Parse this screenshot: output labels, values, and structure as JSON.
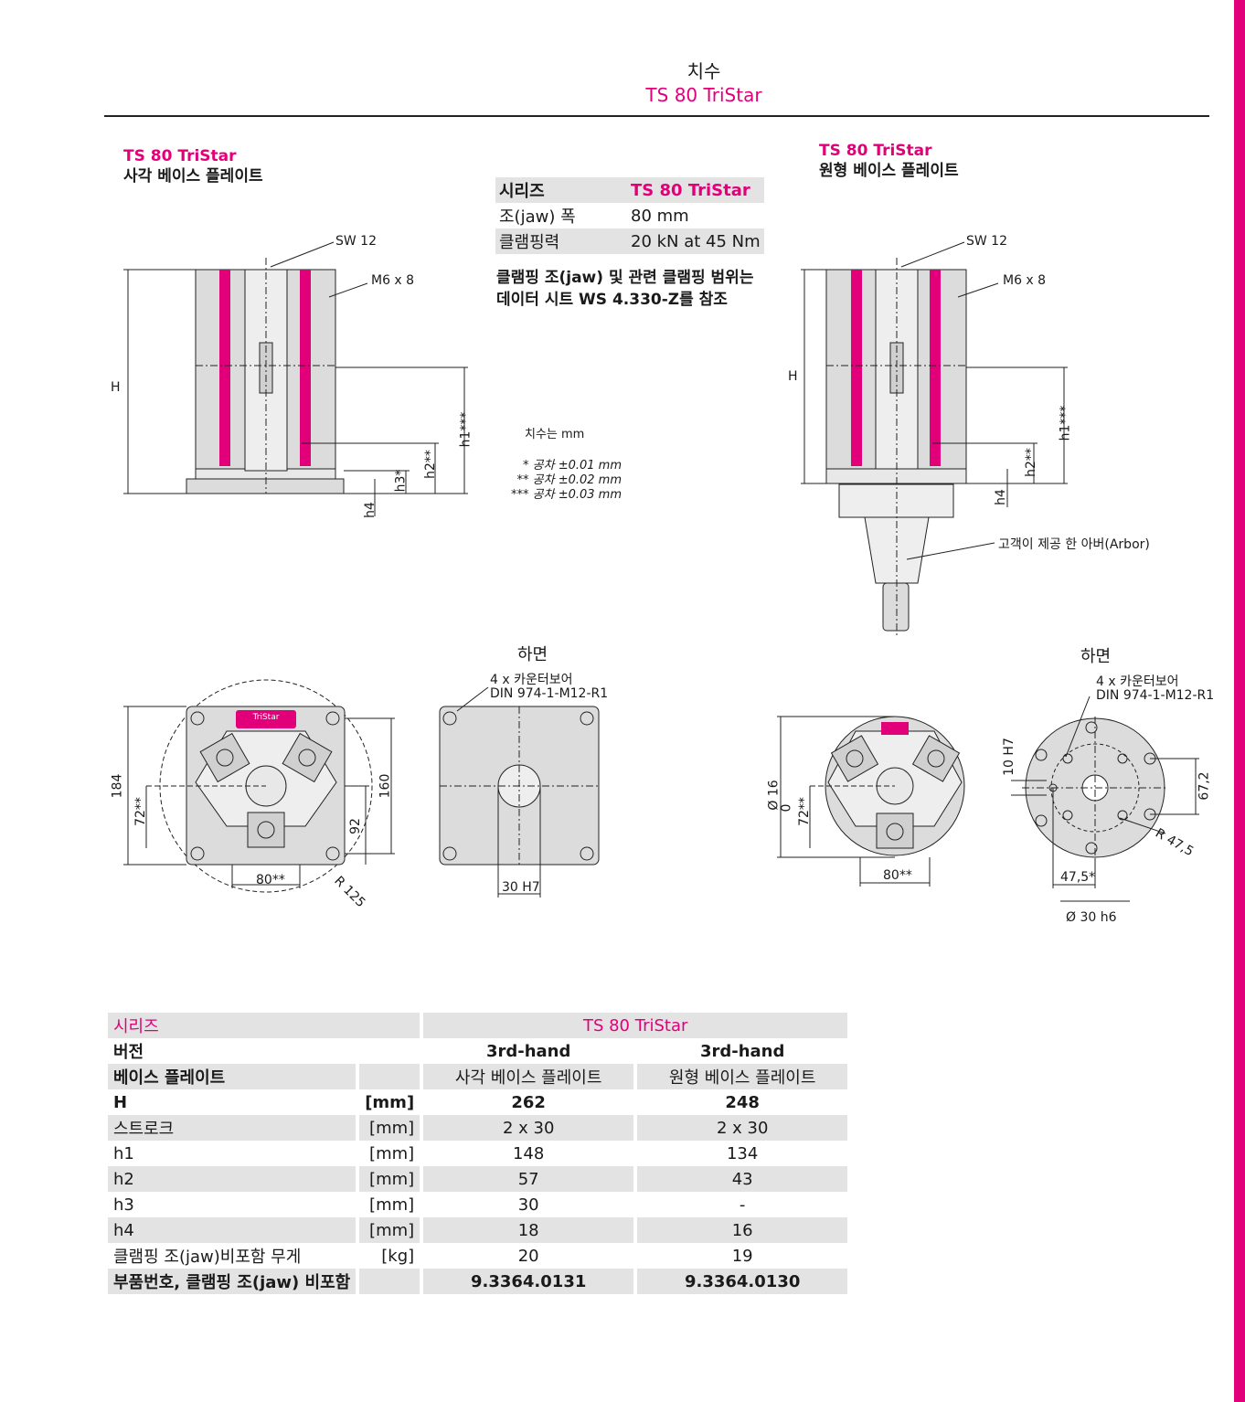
{
  "header": {
    "title": "치수",
    "subtitle": "TS 80 TriStar"
  },
  "left_block": {
    "title": "TS 80 TriStar",
    "subtitle": "사각 베이스 플레이트"
  },
  "right_block": {
    "title": "TS 80 TriStar",
    "subtitle": "원형 베이스 플레이트"
  },
  "spec_table": [
    {
      "label": "시리즈",
      "value": "TS 80 TriStar"
    },
    {
      "label": "조(jaw) 폭",
      "value": "80 mm"
    },
    {
      "label": "클램핑력",
      "value": "20 kN at 45 Nm"
    }
  ],
  "note": {
    "line1": "클램핑 조(jaw) 및 관련 클램핑 범위는",
    "line2": "데이터 시트 WS 4.330-Z를 참조"
  },
  "units_note": "치수는 mm",
  "tolerances": [
    "* 공차 ±0.01 mm",
    "** 공차 ±0.02 mm",
    "*** 공차 ±0.03 mm"
  ],
  "drawing_labels": {
    "sw": "SW 12",
    "m6": "M6 x 8",
    "h": "H",
    "h1": "h1***",
    "h2": "h2**",
    "h3": "h3*",
    "h4": "h4",
    "arbor": "고객이 제공 한 아버(Arbor)",
    "bottom_view": "하면",
    "counterbore_1": "4 x 카운터보어",
    "counterbore_2": "DIN 974-1-M12-R1",
    "dim_184": "184",
    "dim_160": "160",
    "dim_92": "92",
    "dim_72": "72**",
    "dim_80": "80**",
    "dim_r125": "R 125",
    "dim_30h7": "30 H7",
    "dim_d16": "Ø 16",
    "dim_0": "0",
    "dim_10h7": "10 H7",
    "dim_67_2": "67,2",
    "dim_r47_5": "R 47,5",
    "dim_47_5": "47,5*",
    "dim_d30h6": "Ø  30 h6",
    "plate_logo": "TriStar"
  },
  "main_table": {
    "series_label": "시리즈",
    "series_value": "TS 80 TriStar",
    "rows": [
      {
        "name": "버전",
        "unit": "",
        "a": "3rd-hand",
        "b": "3rd-hand",
        "bold": true,
        "gray": false
      },
      {
        "name": "베이스 플레이트",
        "unit": "",
        "a": "사각 베이스 플레이트",
        "b": "원형 베이스 플레이트",
        "bold": true,
        "gray": true
      },
      {
        "name": "H",
        "unit": "[mm]",
        "a": "262",
        "b": "248",
        "bold": true,
        "gray": false
      },
      {
        "name": "스트로크",
        "unit": "[mm]",
        "a": "2 x 30",
        "b": "2 x 30",
        "bold": false,
        "gray": true
      },
      {
        "name": "h1",
        "unit": "[mm]",
        "a": "148",
        "b": "134",
        "bold": false,
        "gray": false
      },
      {
        "name": "h2",
        "unit": "[mm]",
        "a": "57",
        "b": "43",
        "bold": false,
        "gray": true
      },
      {
        "name": "h3",
        "unit": "[mm]",
        "a": "30",
        "b": "-",
        "bold": false,
        "gray": false
      },
      {
        "name": "h4",
        "unit": "[mm]",
        "a": "18",
        "b": "16",
        "bold": false,
        "gray": true
      },
      {
        "name": "클램핑 조(jaw)비포함 무게",
        "unit": "[kg]",
        "a": "20",
        "b": "19",
        "bold": false,
        "gray": false
      },
      {
        "name": "부품번호, 클램핑 조(jaw) 비포함",
        "unit": "",
        "a": "9.3364.0131",
        "b": "9.3364.0130",
        "bold": true,
        "gray": true
      }
    ]
  },
  "colors": {
    "accent": "#e2007a",
    "row_gray": "#e3e3e3",
    "part_gray": "#dcdcdc"
  }
}
